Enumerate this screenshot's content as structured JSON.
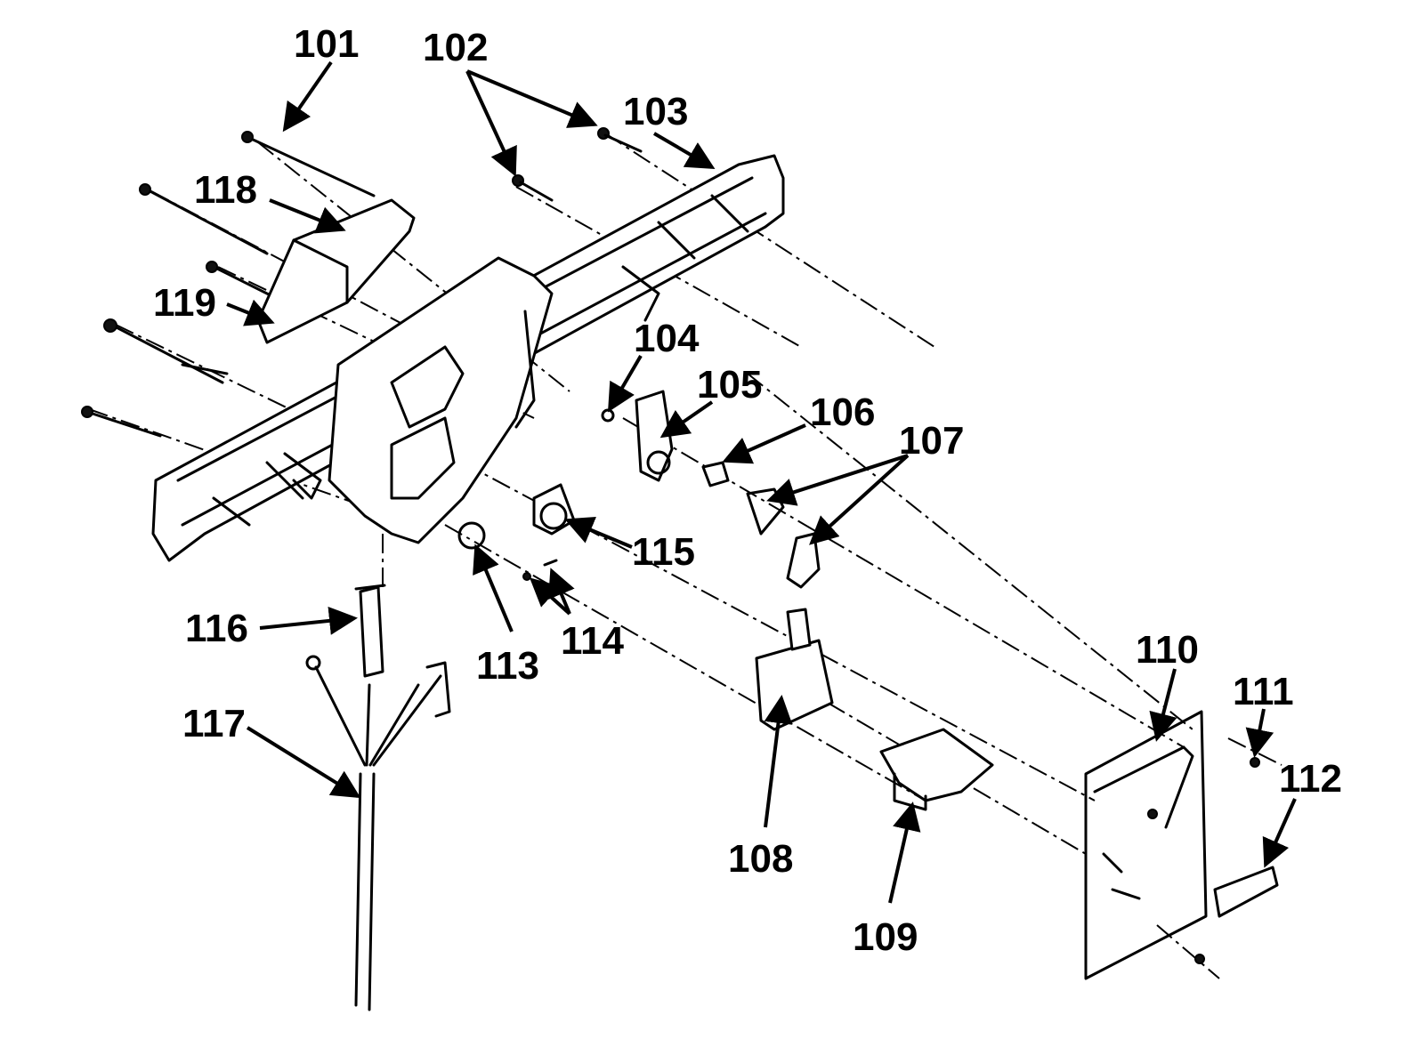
{
  "callouts": [
    {
      "id": "101",
      "text": "101"
    },
    {
      "id": "102",
      "text": "102"
    },
    {
      "id": "103",
      "text": "103"
    },
    {
      "id": "104",
      "text": "104"
    },
    {
      "id": "105",
      "text": "105"
    },
    {
      "id": "106",
      "text": "106"
    },
    {
      "id": "107",
      "text": "107"
    },
    {
      "id": "108",
      "text": "108"
    },
    {
      "id": "109",
      "text": "109"
    },
    {
      "id": "110",
      "text": "110"
    },
    {
      "id": "111",
      "text": "111"
    },
    {
      "id": "112",
      "text": "112"
    },
    {
      "id": "113",
      "text": "113"
    },
    {
      "id": "114",
      "text": "114"
    },
    {
      "id": "115",
      "text": "115"
    },
    {
      "id": "116",
      "text": "116"
    },
    {
      "id": "117",
      "text": "117"
    },
    {
      "id": "118",
      "text": "118"
    },
    {
      "id": "119",
      "text": "119"
    }
  ]
}
